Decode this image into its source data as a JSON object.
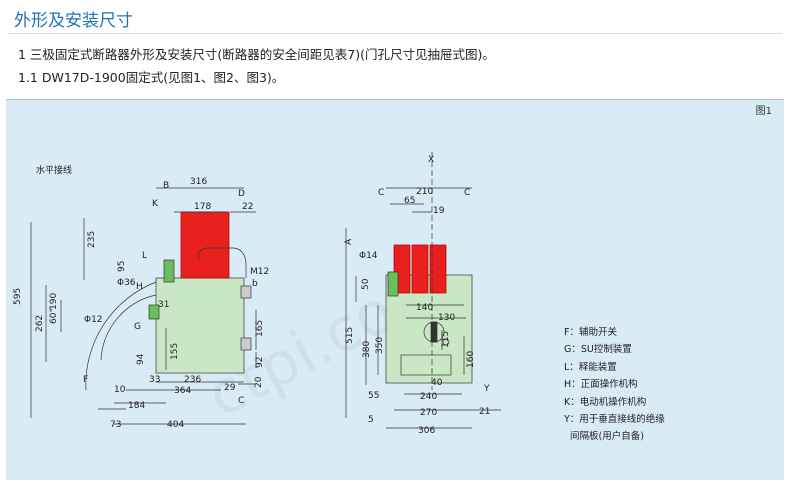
{
  "heading": "外形及安装尺寸",
  "line1": "1 三极固定式断路器外形及安装尺寸(断路器的安全间距见表7)(门孔尺寸见抽屉式图)。",
  "line2": "1.1 DW17D-1900固定式(见图1、图2、图3)。",
  "figure": {
    "label": "图1",
    "left_caption": "水平接线",
    "watermark": "ctpi.com",
    "left_dims": {
      "d316": "316",
      "d178": "178",
      "d22": "22",
      "d235": "235",
      "d595": "595",
      "d190": "190",
      "d262": "262",
      "d95": "95",
      "d36": "Φ36",
      "d12": "Φ12",
      "d31": "31",
      "d155": "155",
      "d94": "94",
      "d165": "165",
      "d92": "92",
      "d20": "20",
      "d33": "33",
      "d236": "236",
      "d10": "10",
      "d364": "364",
      "d29": "29",
      "d184": "184",
      "d73": "73",
      "d404": "404",
      "d60": "60°",
      "lblB": "B",
      "lblK": "K",
      "lblD": "D",
      "lblL": "L",
      "lblH": "H",
      "lblG": "G",
      "lblM12": "M12",
      "lblb": "b",
      "lblC": "C",
      "lblF": "F"
    },
    "right_dims": {
      "lblX": "X",
      "lblC1": "C",
      "lblC2": "C",
      "lblA": "A",
      "lblY": "Y",
      "d210": "210",
      "d65": "65",
      "d19": "19",
      "d14": "Φ14",
      "d50": "50",
      "d515": "515",
      "d380": "380",
      "d350": "350",
      "d140": "140",
      "d130": "130",
      "d115": "115",
      "d160": "160",
      "d40": "40",
      "d240": "240",
      "d270": "270",
      "d306": "306",
      "d55": "55",
      "d5": "5",
      "d21": "21"
    },
    "legend": [
      "F：辅助开关",
      "G：SU控制装置",
      "L：释能装置",
      "H：正面操作机构",
      "K：电动机操作机构",
      "Y：用于垂直接线的绝缘",
      "间隔板(用户自备)"
    ]
  }
}
